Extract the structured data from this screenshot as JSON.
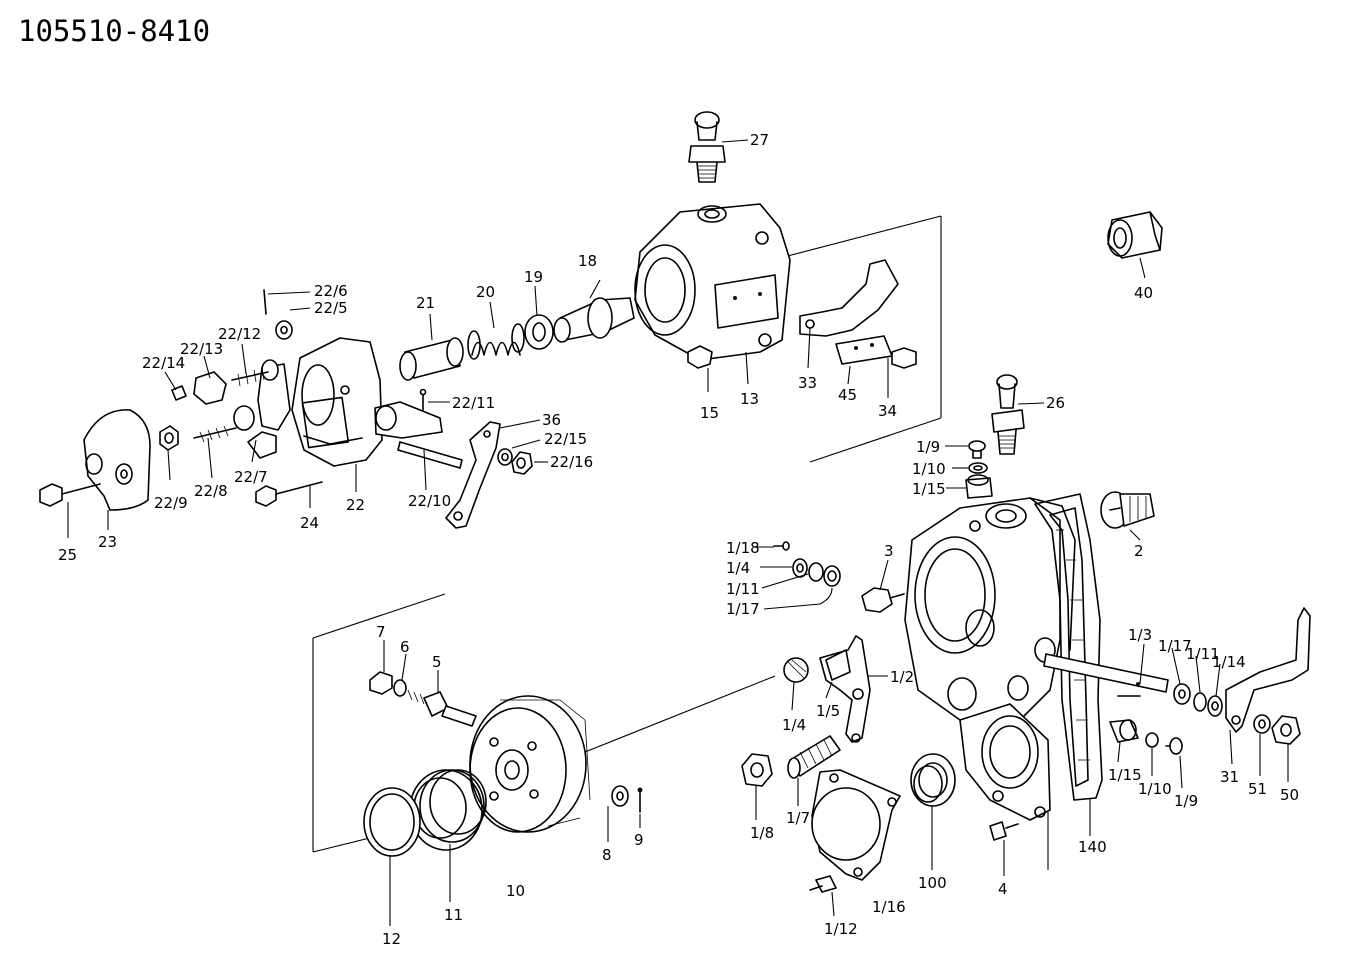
{
  "title": "105510-8410",
  "labels": {
    "p27": "27",
    "p40": "40",
    "p26": "26",
    "p18": "18",
    "p19": "19",
    "p20": "20",
    "p21": "21",
    "p22_6": "22/6",
    "p22_5": "22/5",
    "p22_12": "22/12",
    "p22_13": "22/13",
    "p22_14": "22/14",
    "p22_11": "22/11",
    "p36": "36",
    "p22_15": "22/15",
    "p22_16": "22/16",
    "p15": "15",
    "p13": "13",
    "p33": "33",
    "p45": "45",
    "p34": "34",
    "p22_9": "22/9",
    "p22_8": "22/8",
    "p22_7": "22/7",
    "p24": "24",
    "p22": "22",
    "p22_10": "22/10",
    "p25": "25",
    "p23": "23",
    "p1_9a": "1/9",
    "p1_10a": "1/10",
    "p1_15a": "1/15",
    "p1_18": "1/18",
    "p1_4a": "1/4",
    "p1_11a": "1/11",
    "p1_17a": "1/17",
    "p3": "3",
    "p2": "2",
    "p1_3": "1/3",
    "p1_17b": "1/17",
    "p1_11b": "1/11",
    "p1_14": "1/14",
    "p1_2": "1/2",
    "p1_5": "1/5",
    "p1_4b": "1/4",
    "p7": "7",
    "p6": "6",
    "p5": "5",
    "p1_7": "1/7",
    "p1_8": "1/8",
    "p1_15b": "1/15",
    "p1_10b": "1/10",
    "p1_9b": "1/9",
    "p31": "31",
    "p51": "51",
    "p50": "50",
    "p8": "8",
    "p9": "9",
    "p10": "10",
    "p11": "11",
    "p12": "12",
    "p100": "100",
    "p4": "4",
    "p140": "140",
    "p1_16": "1/16",
    "p1_12": "1/12"
  }
}
